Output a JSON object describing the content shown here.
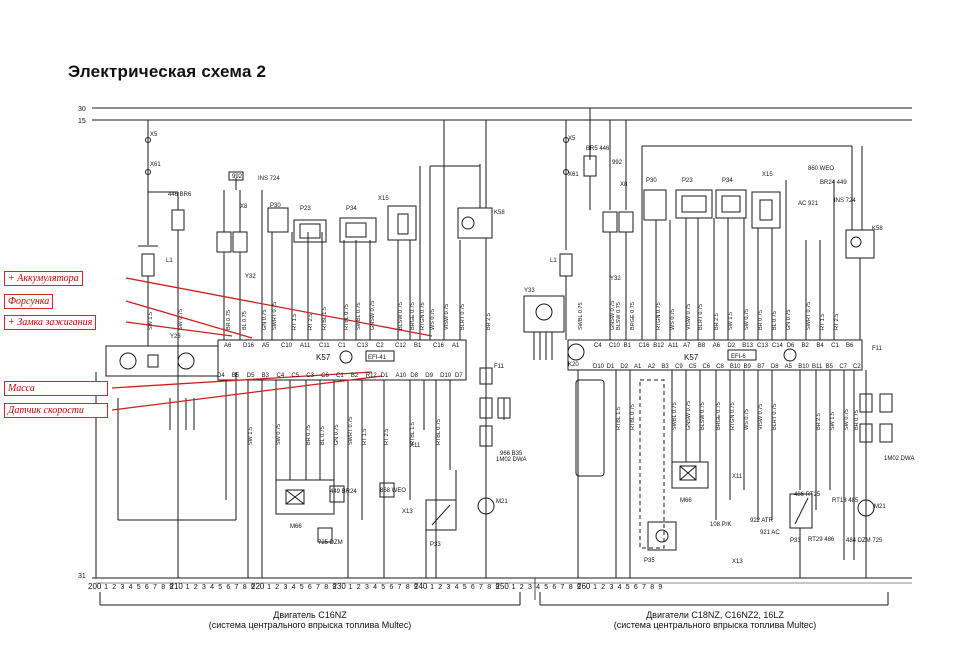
{
  "title": "Электрическая схема 2",
  "rails": {
    "r30": "30",
    "r15": "15",
    "r31": "31"
  },
  "annotations": [
    {
      "text": "+ Аккумулятора"
    },
    {
      "text": "Форсунка"
    },
    {
      "text": "+ Замка зажигания"
    },
    {
      "text": "Масса"
    },
    {
      "text": "Датчик скорости"
    }
  ],
  "left": {
    "ecu": "K57",
    "ecu_sub": "EFI-41",
    "top_pins": [
      "A6",
      "D16",
      "A5",
      "C10",
      "A11",
      "C11",
      "C1",
      "C13",
      "C2",
      "C12",
      "B1",
      "C16",
      "A1"
    ],
    "bottom_pins": [
      "D4",
      "B5",
      "D5",
      "B3",
      "C4",
      "C5",
      "C3",
      "C6",
      "C1",
      "B2",
      "R12",
      "D1",
      "A10",
      "D8",
      "D9",
      "D10",
      "D7"
    ],
    "components": [
      "X5",
      "X61",
      "446 BR6",
      "L1",
      "Y23",
      "Y32",
      "992",
      "INS 724",
      "X8",
      "P30",
      "P23",
      "P34",
      "X15",
      "K58",
      "F11",
      "X13",
      "X11",
      "M66",
      "449 BR24",
      "725 DZM",
      "868 WEO",
      "M21",
      "P33",
      "966 B35",
      "1M02 DWA"
    ],
    "caption1": "Двигатель C16NZ",
    "caption2": "(система центрального впрыска топлива Multec)"
  },
  "right": {
    "ecu": "K57",
    "ecu_sub": "EFI-6",
    "top_pins": [
      "C4",
      "C10",
      "B1",
      "C16",
      "B12",
      "A11",
      "A7",
      "B8",
      "A6",
      "D2",
      "B13",
      "C13",
      "C14",
      "D6",
      "B2",
      "B4",
      "C1",
      "B6"
    ],
    "bottom_pins": [
      "D10",
      "D1",
      "D2",
      "A1",
      "A2",
      "B3",
      "C9",
      "C5",
      "C6",
      "C8",
      "B10",
      "B9",
      "B7",
      "D8",
      "A5",
      "B10",
      "B11",
      "B5",
      "C7",
      "C2"
    ],
    "components": [
      "X5",
      "X61",
      "BR5 446",
      "992",
      "X8",
      "P30",
      "P23",
      "P34",
      "X15",
      "860 WEO",
      "BR24 449",
      "INS 724",
      "AC 921",
      "K58",
      "L1",
      "Y33",
      "Y32",
      "K20",
      "F11",
      "M66",
      "X13",
      "X11",
      "P35",
      "108 P/K",
      "922 ATR",
      "921 AC",
      "486 RT25",
      "P33",
      "M21",
      "RT13 485",
      "1M02 DWA",
      "RT29 486",
      "484 DZM 725"
    ],
    "caption1": "Двигатели C18NZ, C16NZ2, 16LZ",
    "caption2": "(система центрального впрыска топлива Multec)"
  },
  "scale": {
    "decades": [
      "200",
      "210",
      "220",
      "230",
      "240",
      "250",
      "260"
    ],
    "digits": [
      "1",
      "2",
      "3",
      "4",
      "5",
      "6",
      "7",
      "8",
      "9"
    ]
  },
  "wire_labels": [
    "SW 1.5",
    "SW 0.75",
    "BR 0.75",
    "BL 0.75",
    "GN 0.75",
    "SWRT 0.75",
    "RT 1.5",
    "RT 2.5",
    "RTBL 1.5",
    "RTBL 0.75",
    "SWBL 0.75",
    "GNSW 0.75",
    "BLSW 0.75",
    "BRGE 0.75",
    "RTGN 0.75",
    "WS 0.75",
    "VISW 0.75",
    "BLRT 0.75",
    "BR 2.5"
  ],
  "colors": {
    "line": "#1a1a1a",
    "annotation": "#cc0000",
    "paper": "#ffffff"
  }
}
